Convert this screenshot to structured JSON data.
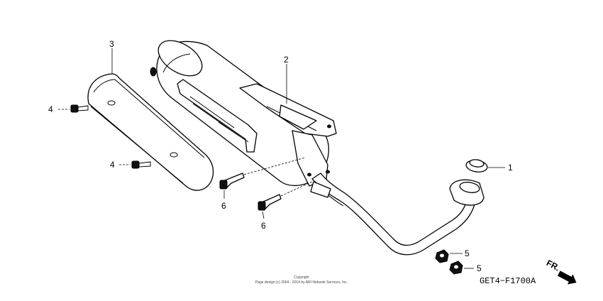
{
  "callouts": {
    "c1": "1",
    "c2": "2",
    "c3": "3",
    "c4a": "4",
    "c4b": "4",
    "c5a": "5",
    "c5b": "5",
    "c6a": "6",
    "c6b": "6"
  },
  "diagram_code": "GET4−F1700A",
  "direction_label": "FR.",
  "copyright": {
    "line1": "Copyright",
    "line2": "Page design (c) 2004 - 2014 by ARI Network Services, Inc."
  }
}
